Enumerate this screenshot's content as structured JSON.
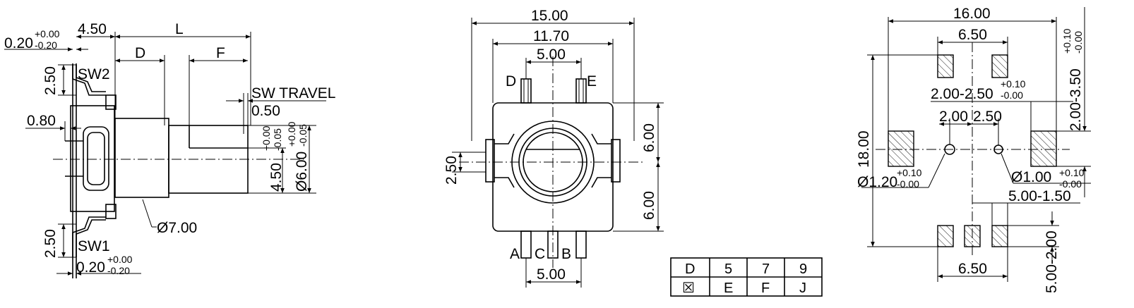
{
  "side_view": {
    "dim_top_offset": "0.20",
    "dim_top_offset_tol_plus": "+0.00",
    "dim_top_offset_tol_minus": "-0.20",
    "dim_flange": "4.50",
    "dim_length": "L",
    "dim_d": "D",
    "dim_f": "F",
    "sw_travel": "SW TRAVEL",
    "sw_travel_val": "0.50",
    "dim_sw2_gap": "2.50",
    "label_sw2": "SW2",
    "dim_lead": "0.80",
    "dim_flat": "4.50",
    "dim_flat_tol_plus": "+0.00",
    "dim_flat_tol_minus": "-0.05",
    "dim_shaft": "Ø6.00",
    "dim_shaft_tol_plus": "+0.00",
    "dim_shaft_tol_minus": "-0.05",
    "dim_bushing": "Ø7.00",
    "dim_sw1_gap": "2.50",
    "label_sw1": "SW1",
    "dim_bottom_offset": "0.20",
    "dim_bottom_offset_tol_plus": "+0.00",
    "dim_bottom_offset_tol_minus": "-0.20"
  },
  "front_view": {
    "dim_width": "15.00",
    "dim_body": "11.70",
    "dim_pin_top": "5.00",
    "pin_d": "D",
    "pin_e": "E",
    "dim_top_half": "6.00",
    "dim_bottom_half": "6.00",
    "dim_side": "2.50",
    "pin_a": "A",
    "pin_c": "C",
    "pin_b": "B",
    "dim_pin_bottom": "5.00"
  },
  "table": {
    "row1": [
      "D",
      "5",
      "7",
      "9"
    ],
    "row2_checkbox": "☒",
    "row2": [
      "E",
      "F",
      "J"
    ]
  },
  "pcb_layout": {
    "dim_width": "16.00",
    "dim_top_pads": "6.50",
    "dim_right_top": "2.00-3.50",
    "dim_right_top_tol_plus": "+0.10",
    "dim_right_top_tol_minus": "-0.00",
    "dim_slot": "2.00-2.50",
    "dim_slot_tol_plus": "+0.10",
    "dim_slot_tol_minus": "-0.00",
    "dim_hole_a": "2.00",
    "dim_hole_b": "2.50",
    "dim_height": "18.00",
    "dim_hole_large": "Ø1.20",
    "dim_hole_large_tol_plus": "+0.10",
    "dim_hole_large_tol_minus": "-0.00",
    "dim_hole_small": "Ø1.00",
    "dim_hole_small_tol_plus": "+0.10",
    "dim_hole_small_tol_minus": "-0.00",
    "dim_bottom_slot": "5.00-1.50",
    "dim_bottom_pads": "6.50",
    "dim_right_bottom": "5.00-2.00"
  }
}
